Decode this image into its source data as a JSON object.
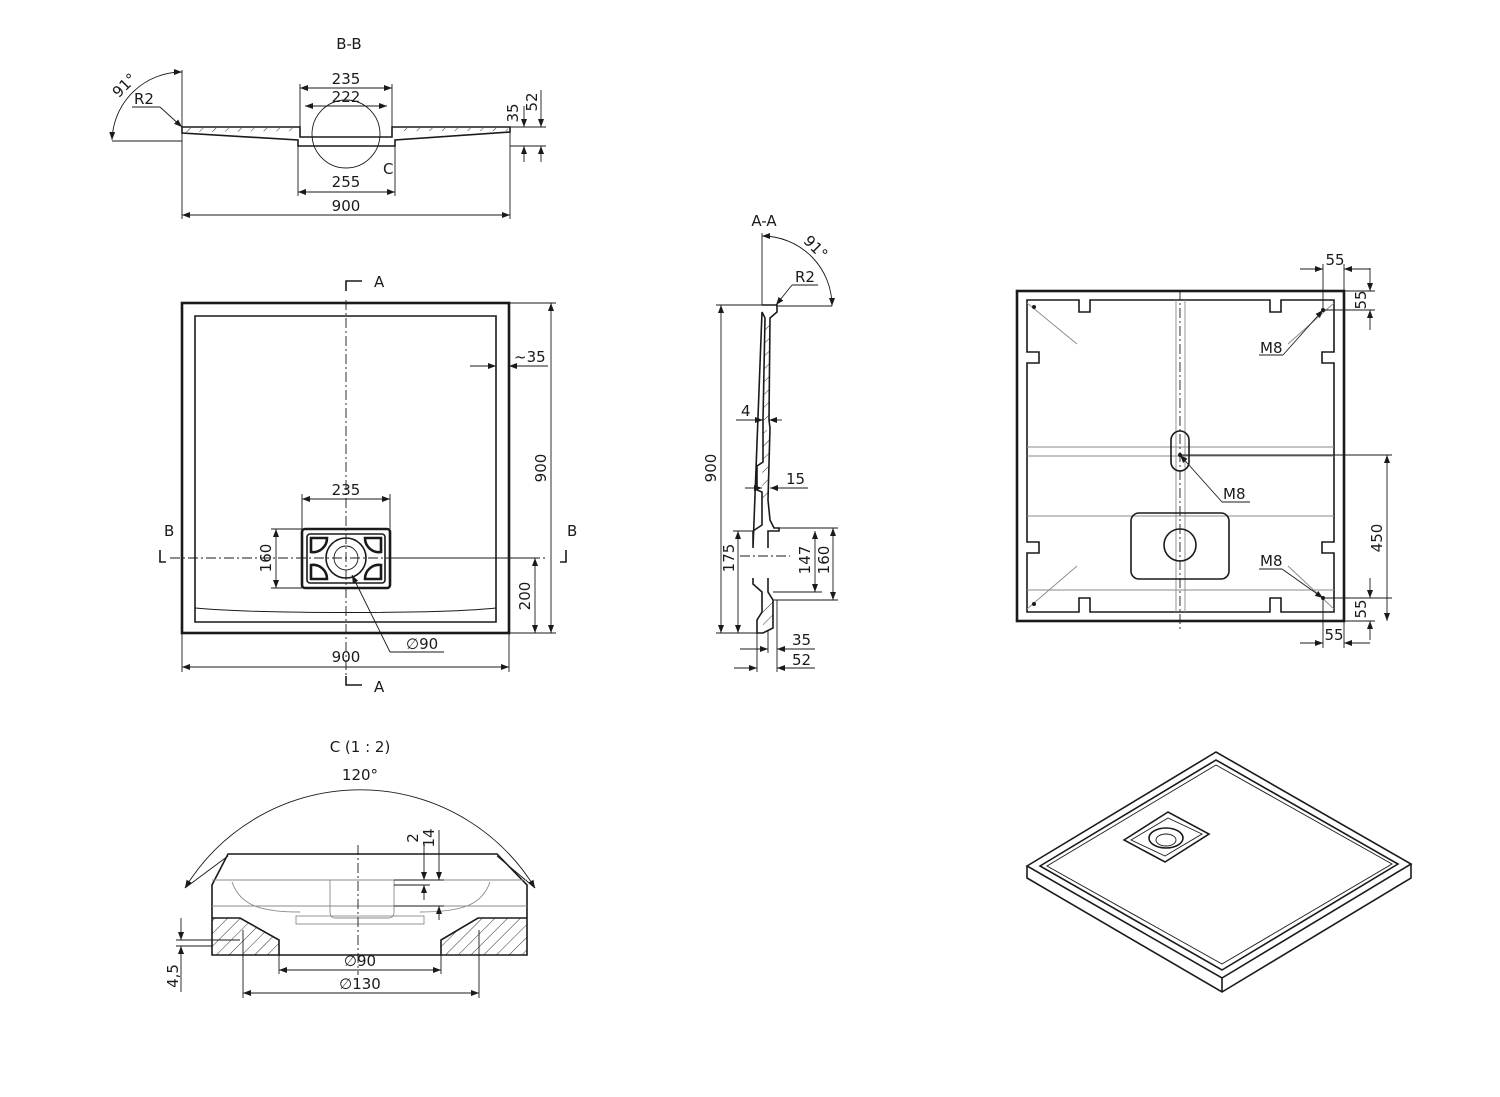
{
  "colors": {
    "ink": "#1a1a1a",
    "aux": "#8a8a8a",
    "paper": "#ffffff"
  },
  "views": {
    "section_bb": {
      "title": "B-B",
      "dims": {
        "d235": "235",
        "d222": "222",
        "d255": "255",
        "d900": "900",
        "d35": "35",
        "d52": "52"
      },
      "angle": "91°",
      "radius": "R2",
      "detail": "C"
    },
    "plan": {
      "cut_a": "A",
      "cut_b": "B",
      "dims": {
        "d35": "~35",
        "d900v": "900",
        "d235": "235",
        "d160": "160",
        "d200": "200",
        "d900h": "900",
        "d90": "∅90"
      }
    },
    "section_aa": {
      "title": "A-A",
      "angle": "91°",
      "radius": "R2",
      "dims": {
        "d4": "4",
        "d900": "900",
        "d15": "15",
        "d175": "175",
        "d147": "147",
        "d160": "160",
        "d35": "35",
        "d52": "52"
      }
    },
    "bottom": {
      "dims": {
        "d55a": "55",
        "d55b": "55",
        "d450": "450",
        "d55c": "55",
        "d55d": "55"
      },
      "m8a": "M8",
      "m8b": "M8",
      "m8c": "M8"
    },
    "detail_c": {
      "title": "C  (1 : 2)",
      "angle": "120°",
      "dims": {
        "d2": "2",
        "d14": "14",
        "d45": "4,5",
        "d90": "∅90",
        "d130": "∅130"
      }
    }
  }
}
